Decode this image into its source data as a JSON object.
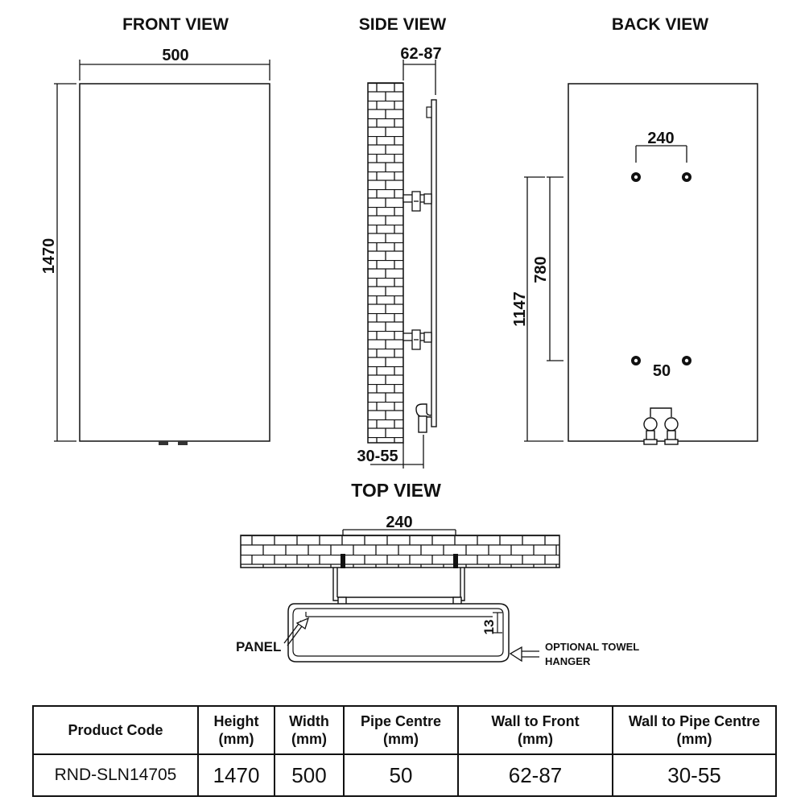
{
  "views": {
    "front": {
      "title": "FRONT VIEW",
      "width": "500",
      "height": "1470"
    },
    "side": {
      "title": "SIDE VIEW",
      "wall_to_front": "62-87",
      "wall_to_pipe": "30-55"
    },
    "back": {
      "title": "BACK VIEW",
      "bracket_spacing": "240",
      "bracket_vertical": "780",
      "overall_vertical": "1147",
      "pipe_centre": "50"
    },
    "top": {
      "title": "TOP VIEW",
      "bracket_spacing": "240",
      "depth": "13",
      "panel_label": "PANEL",
      "hanger_label_1": "OPTIONAL TOWEL",
      "hanger_label_2": "HANGER"
    }
  },
  "spec_table": {
    "headers": [
      {
        "line1": "Product Code",
        "line2": ""
      },
      {
        "line1": "Height",
        "line2": "(mm)"
      },
      {
        "line1": "Width",
        "line2": "(mm)"
      },
      {
        "line1": "Pipe Centre",
        "line2": "(mm)"
      },
      {
        "line1": "Wall to Front",
        "line2": "(mm)"
      },
      {
        "line1": "Wall to Pipe Centre",
        "line2": "(mm)"
      }
    ],
    "row": [
      "RND-SLN14705",
      "1470",
      "500",
      "50",
      "62-87",
      "30-55"
    ]
  }
}
